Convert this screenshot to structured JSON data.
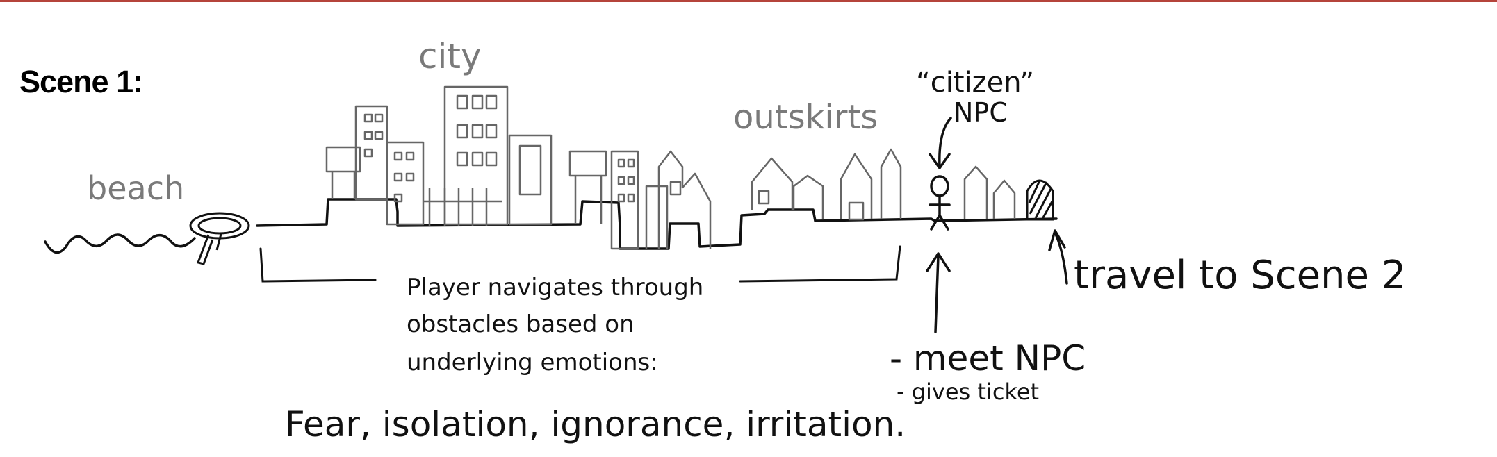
{
  "scene": {
    "title": "Scene 1:"
  },
  "labels": {
    "beach": "beach",
    "city": "city",
    "outskirts": "outskirts",
    "npc_quote": "“citizen”",
    "npc": "NPC"
  },
  "notes": {
    "navigate_line1": "Player navigates through",
    "navigate_line2": "obstacles based on",
    "navigate_line3": "underlying emotions:",
    "emotions": "Fear, isolation, ignorance, irritation.",
    "meet_npc": "- meet NPC",
    "gives_ticket": "- gives ticket",
    "travel": "travel to Scene 2"
  },
  "colors": {
    "ink": "#111111",
    "label_gray": "#7a7a7a",
    "top_bar": "#b5443b"
  }
}
